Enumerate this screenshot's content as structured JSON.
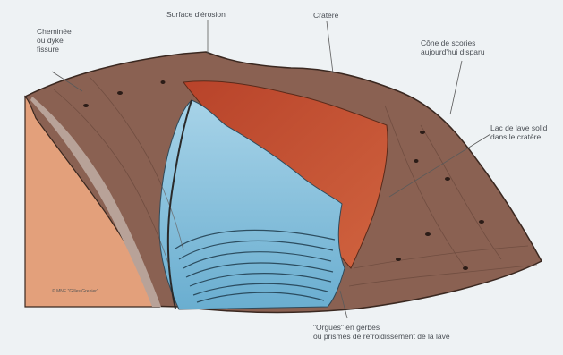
{
  "labels": {
    "chimney": [
      "Cheminée",
      "ou dyke",
      "fissure"
    ],
    "erosion_surface": "Surface d'érosion",
    "crater": "Cratère",
    "scoria_cone": [
      "Cône de scories",
      "aujourd'hui disparu"
    ],
    "lava_lake": [
      "Lac de lave solid",
      "dans le cratère"
    ],
    "organs": [
      "\"Orgues\" en gerbes",
      "ou prismes de refroidissement de la lave"
    ]
  },
  "copyright": "© MNE \"Gilles Grenier\"",
  "colors": {
    "background": "#eef2f4",
    "cone_brown": "#8a6152",
    "red_crater": "#c45233",
    "blue_basalt": "#8fc4dd",
    "country_rock": "#e3a07b",
    "line": "#3a2820"
  }
}
